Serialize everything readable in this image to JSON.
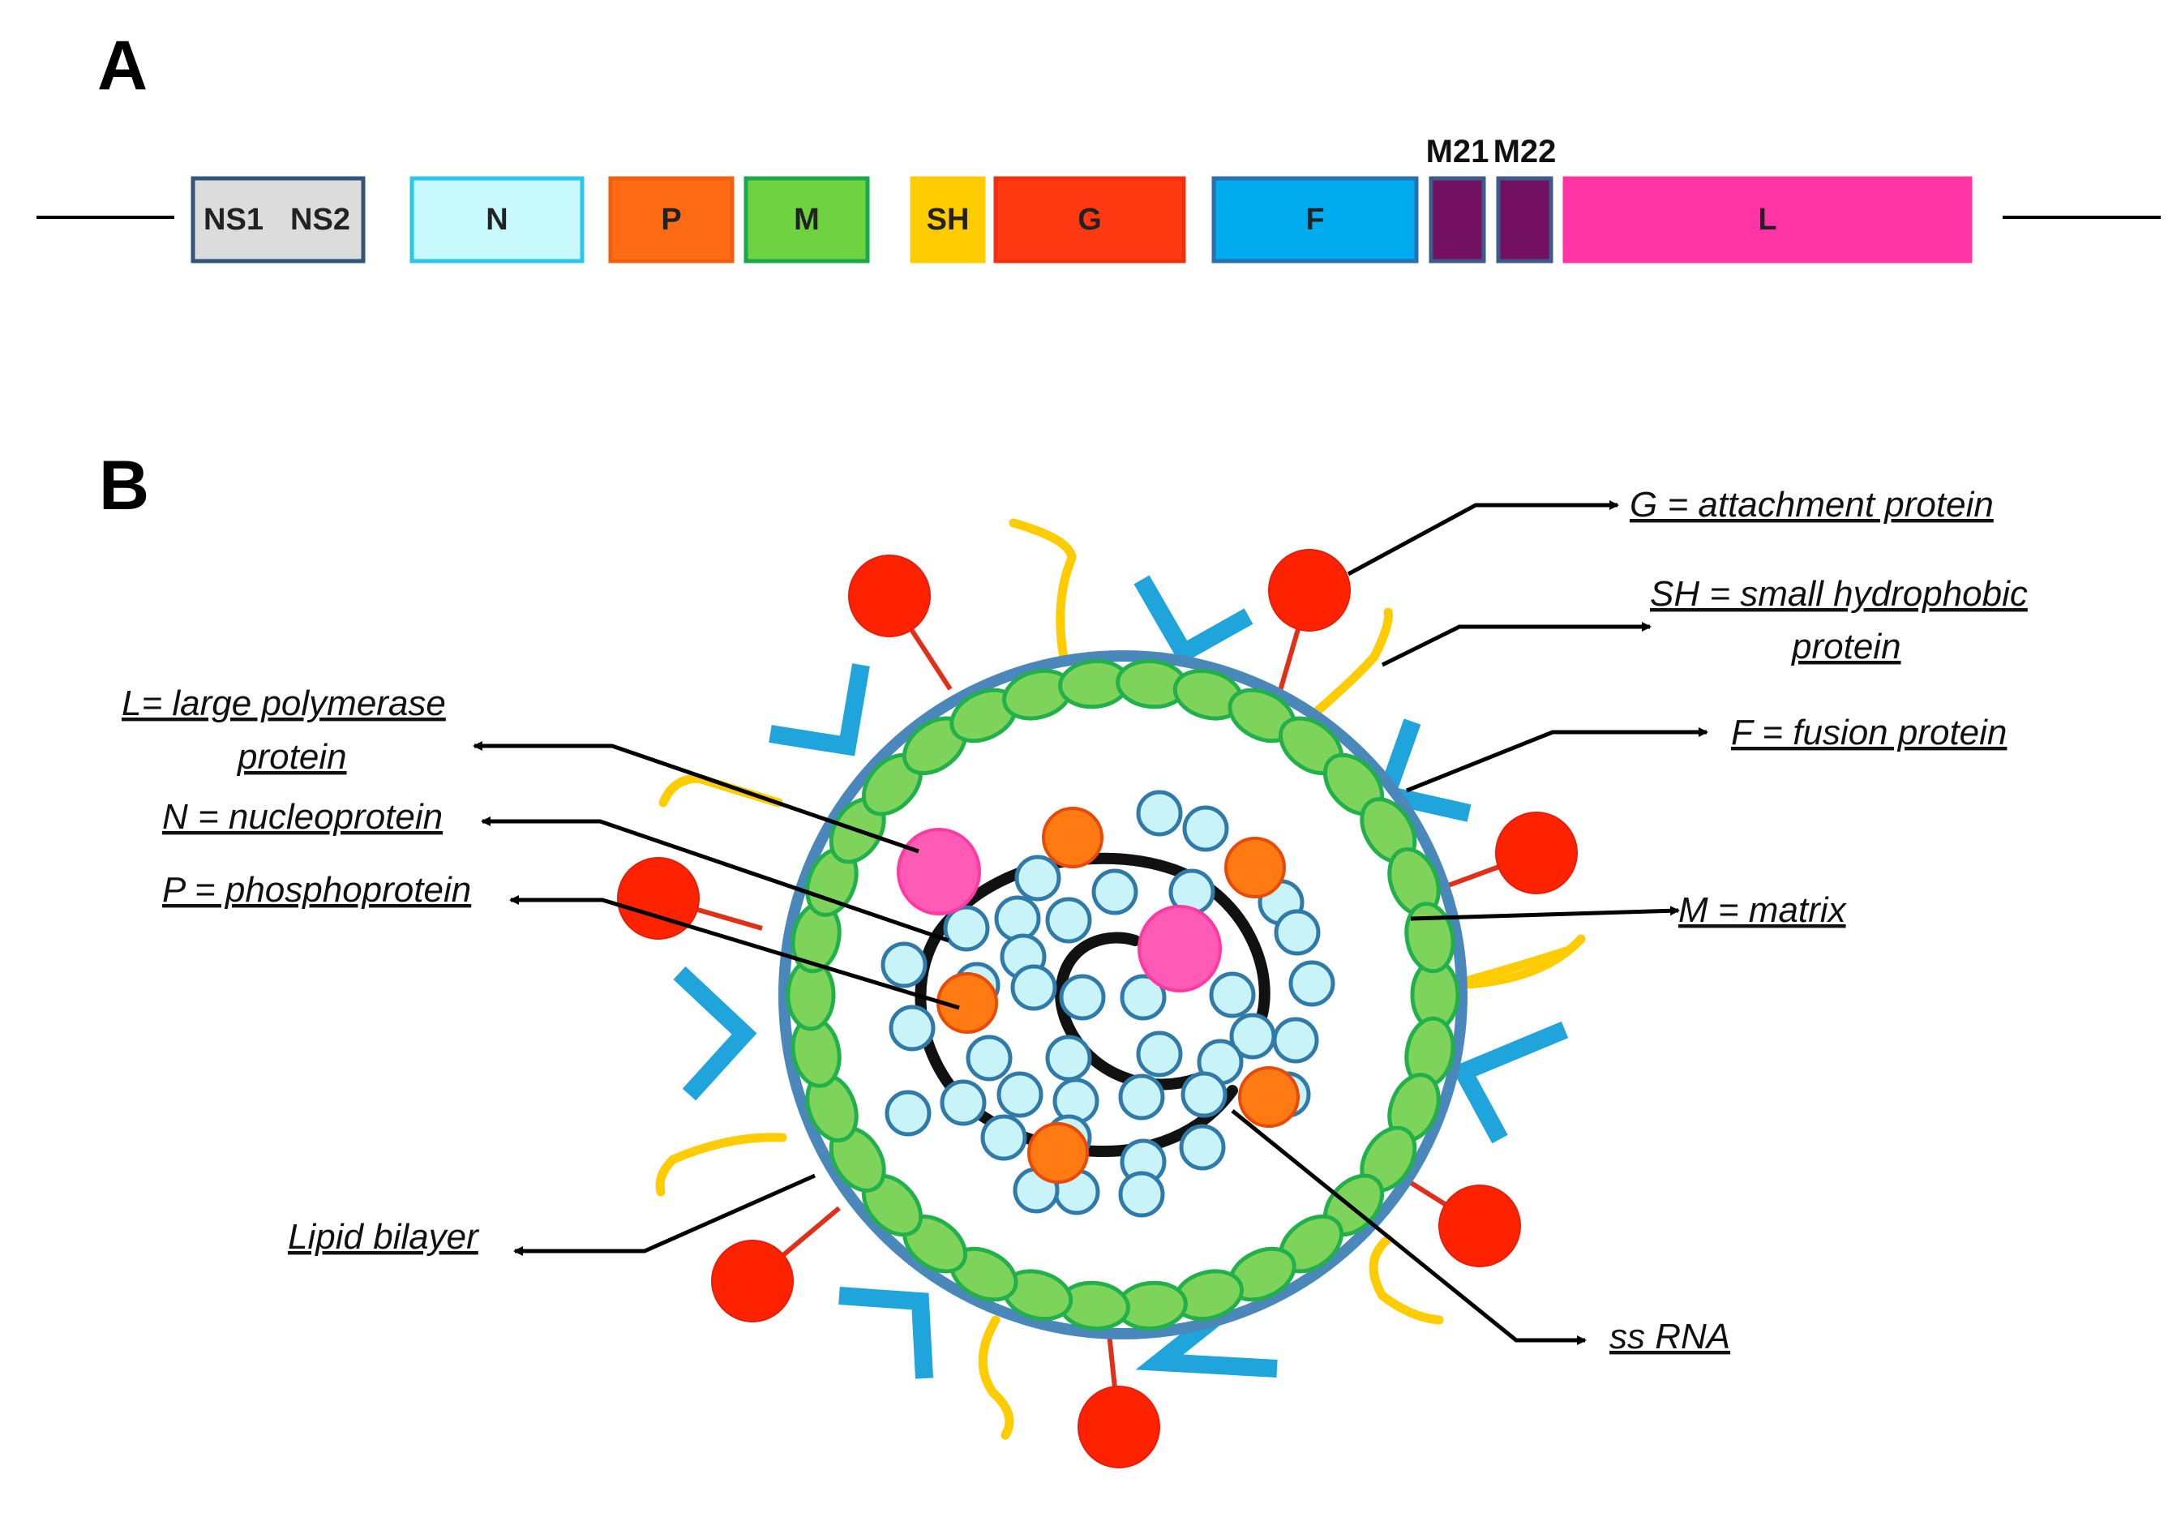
{
  "panels": {
    "a": "A",
    "b": "B"
  },
  "genome": {
    "genes": [
      {
        "id": "ns",
        "labels": [
          "NS1",
          "NS2"
        ],
        "fill": "#dcdcdc",
        "stroke": "#34557a"
      },
      {
        "id": "n",
        "labels": [
          "N"
        ],
        "fill": "#c8fafd",
        "stroke": "#2cc6ec"
      },
      {
        "id": "p",
        "labels": [
          "P"
        ],
        "fill": "#ff6a14",
        "stroke": "#ee6010"
      },
      {
        "id": "m",
        "labels": [
          "M"
        ],
        "fill": "#6fd341",
        "stroke": "#1aa84a"
      },
      {
        "id": "sh",
        "labels": [
          "SH"
        ],
        "fill": "#ffcc00",
        "stroke": "#ffcc00"
      },
      {
        "id": "g",
        "labels": [
          "G"
        ],
        "fill": "#ff3a12",
        "stroke": "#ee3010"
      },
      {
        "id": "f",
        "labels": [
          "F"
        ],
        "fill": "#00acee",
        "stroke": "#2a70b0"
      },
      {
        "id": "m21",
        "labels": [
          "M21"
        ],
        "fill": "#741060",
        "stroke": "#3c5a8a",
        "label_above": true
      },
      {
        "id": "m22",
        "labels": [
          "M22"
        ],
        "fill": "#741060",
        "stroke": "#3c5a8a",
        "label_above": true
      },
      {
        "id": "l",
        "labels": [
          "L"
        ],
        "fill": "#ff35a6",
        "stroke": "#ff35a6"
      }
    ]
  },
  "legend": {
    "g": "G = attachment protein",
    "sh_1": "SH = small hydrophobic",
    "sh_2": "protein",
    "f": "F = fusion protein",
    "m": "M = matrix",
    "ssrna": "ss RNA",
    "l_1": "L= large polymerase",
    "l_2": "protein",
    "n": "N = nucleoprotein",
    "p": "P = phosphoprotein",
    "lipid": "Lipid bilayer"
  },
  "colors": {
    "envelope": "#4a87bb",
    "matrix_fill": "#7ed35a",
    "matrix_stroke": "#22b04a",
    "g_protein": "#ff2200",
    "g_stalk": "#e0301a",
    "f_protein": "#1fa5db",
    "sh_protein": "#ffcc00",
    "nucleoprotein_fill": "#c8f3f8",
    "nucleoprotein_stroke": "#2f7aa8",
    "phosphoprotein": "#ff7a12",
    "polymerase": "#ff5ab5",
    "rna": "#111111"
  }
}
